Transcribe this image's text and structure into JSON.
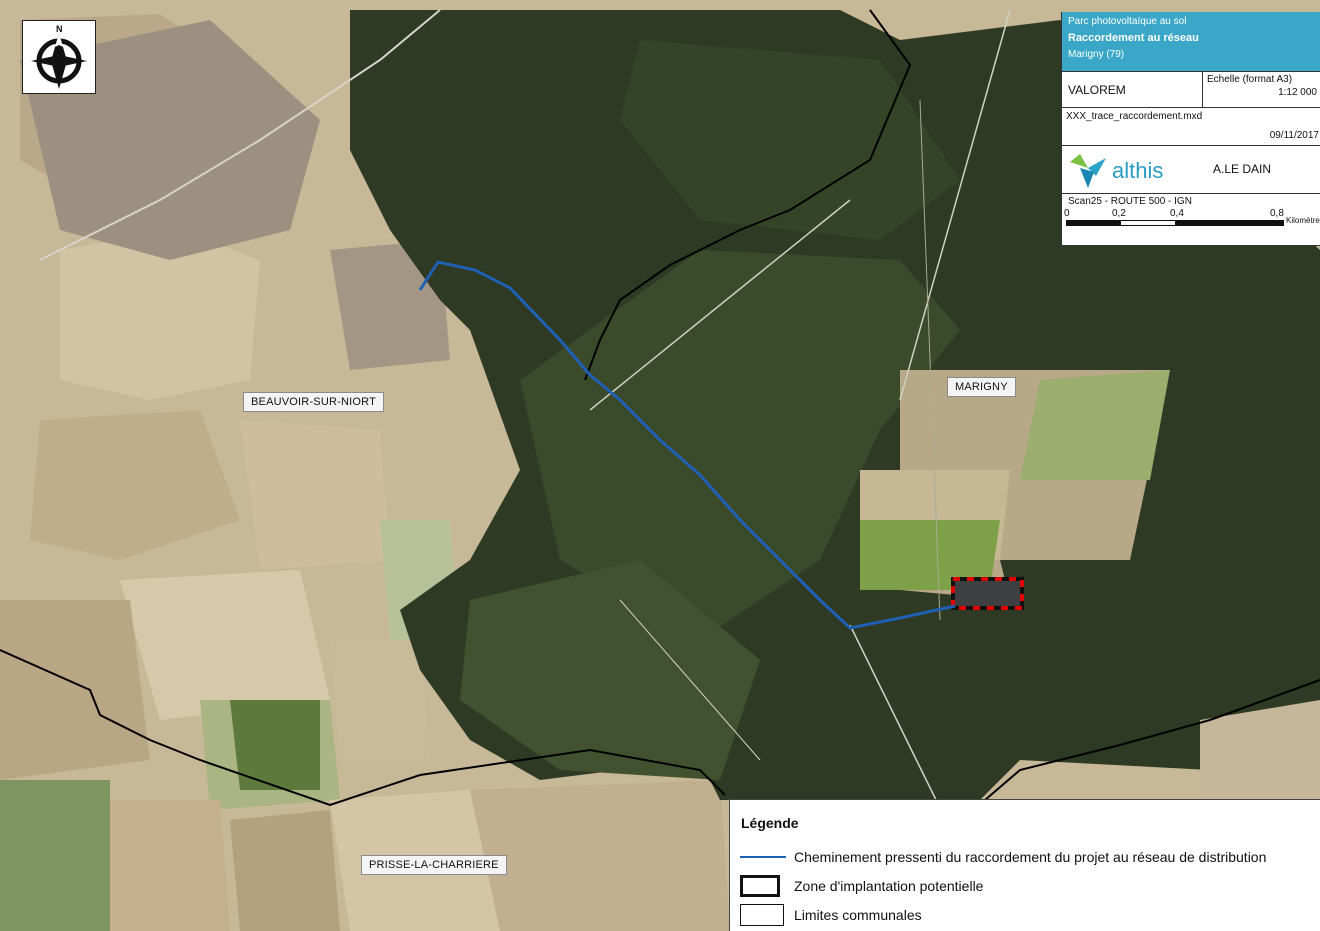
{
  "title_block": {
    "line1": "Parc photovoltaïque au sol",
    "line2": "Raccordement au réseau",
    "line3": "Marigny (79)",
    "client": "VALOREM",
    "scale_label": "Echelle (format A3)",
    "scale_value": "1:12 000",
    "file_name": "XXX_trace_raccordement.mxd",
    "date": "09/11/2017",
    "company": "althis",
    "author": "A.LE DAIN",
    "source": "Scan25 - ROUTE 500 - IGN",
    "scale_bar_ticks": [
      "0",
      "0,2",
      "0,4",
      "0,8"
    ],
    "scale_bar_unit": "Kilomètres"
  },
  "place_labels": {
    "beauvoir": "BEAUVOIR-SUR-NIORT",
    "marigny": "MARIGNY",
    "prisse": "PRISSE-LA-CHARRIERE"
  },
  "legend": {
    "title": "Légende",
    "items": [
      "Cheminement pressenti du raccordement du projet au réseau de distribution",
      "Zone d'implantation potentielle",
      "Limites communales"
    ]
  },
  "colors": {
    "header_blue": "#3aa7c9",
    "route_blue": "#1f5fb4",
    "zone_red": "#e00000",
    "forest": "#2e3a24",
    "field": "#c8b89a"
  },
  "icons": {
    "north_arrow": "north-arrow-icon",
    "logo": "althis-bird-logo"
  }
}
